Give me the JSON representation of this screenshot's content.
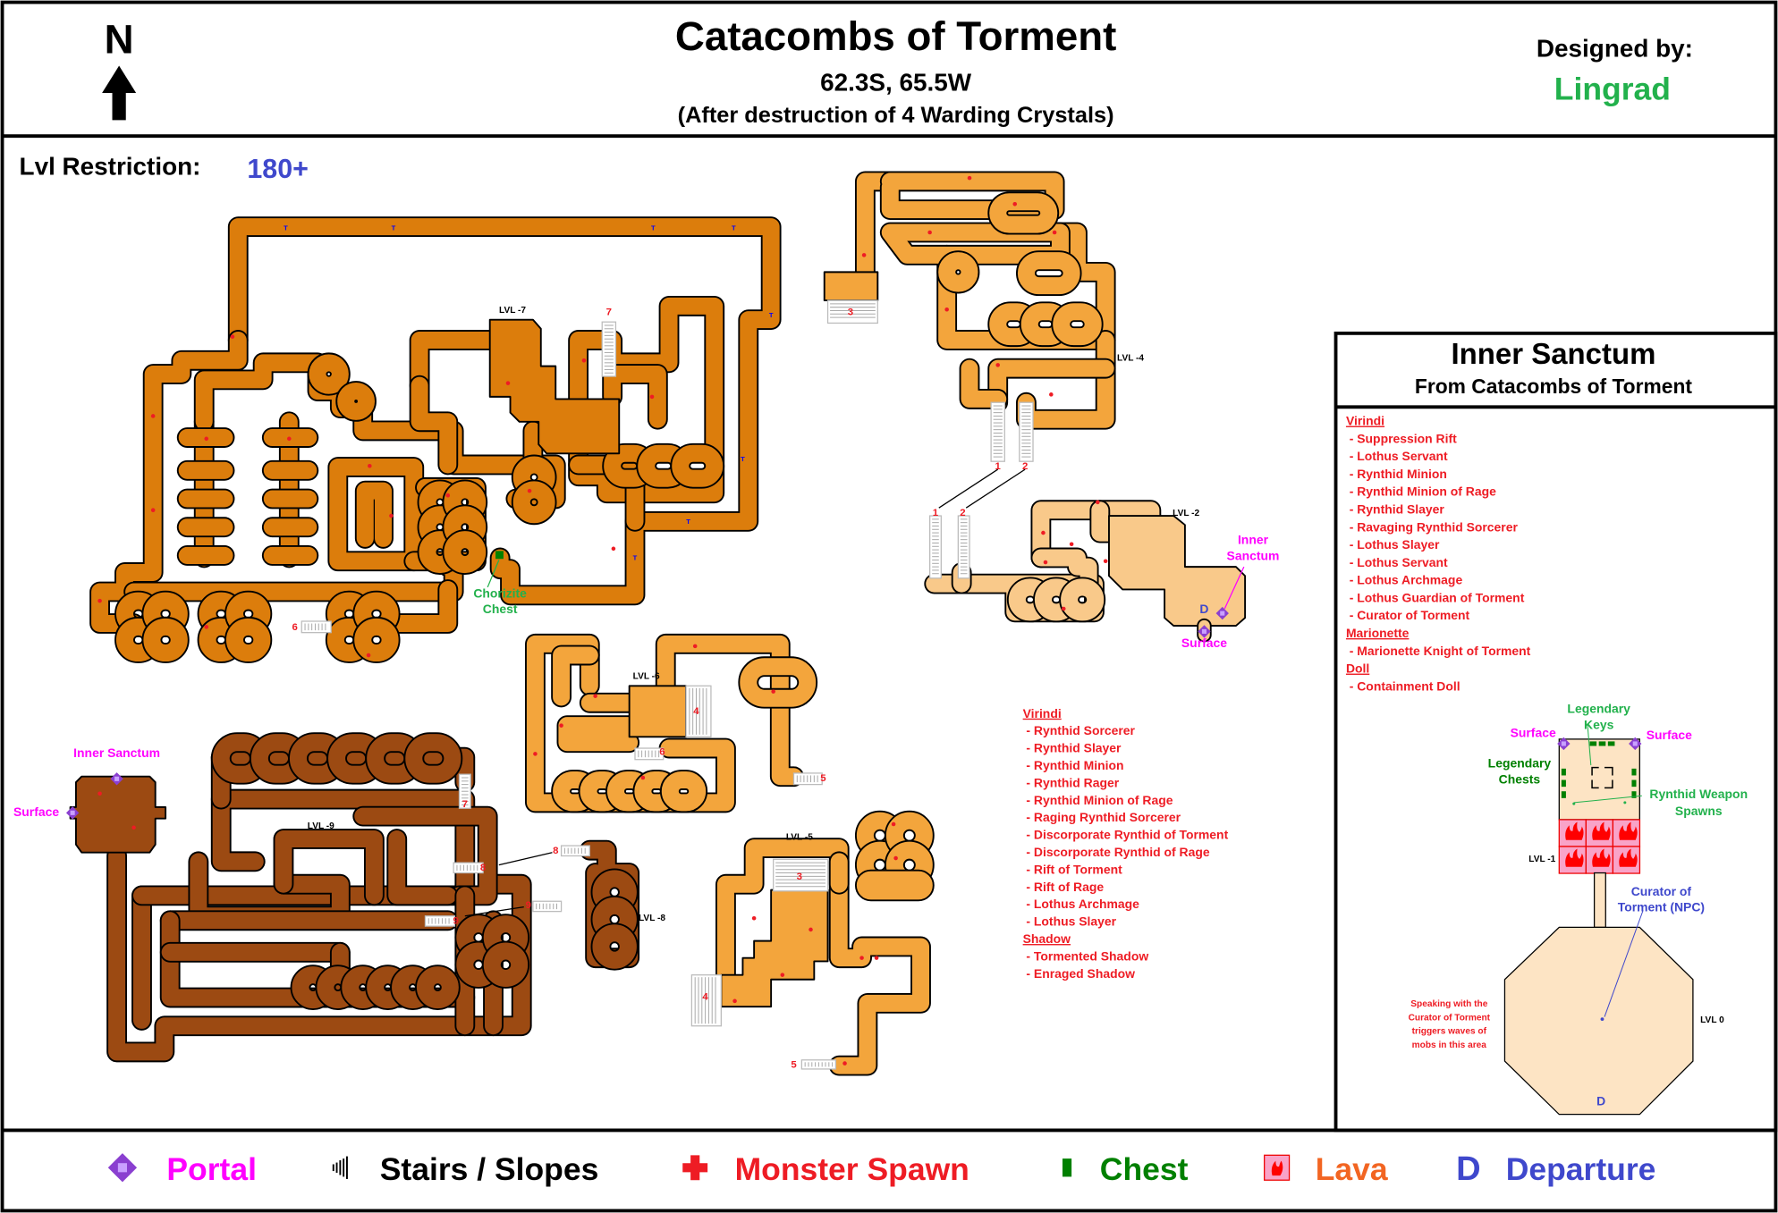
{
  "header": {
    "north": "N",
    "title": "Catacombs of Torment",
    "coords": "62.3S, 65.5W",
    "subtitle": "(After destruction of 4 Warding Crystals)",
    "designed_by_label": "Designed by:",
    "designer": "Lingrad"
  },
  "level_restriction": {
    "label": "Lvl Restriction:",
    "value": "180+"
  },
  "map": {
    "labels": [
      {
        "text": "LVL -7",
        "kind": "level"
      },
      {
        "text": "7",
        "kind": "stair"
      },
      {
        "text": "6",
        "kind": "stair"
      },
      {
        "text": "Chorizite",
        "kind": "chest"
      },
      {
        "text": "Chest",
        "kind": "chest"
      },
      {
        "text": "LVL -4",
        "kind": "level"
      },
      {
        "text": "3",
        "kind": "stair"
      },
      {
        "text": "1",
        "kind": "stair"
      },
      {
        "text": "2",
        "kind": "stair"
      },
      {
        "text": "1",
        "kind": "stair"
      },
      {
        "text": "2",
        "kind": "stair"
      },
      {
        "text": "LVL -2",
        "kind": "level"
      },
      {
        "text": "Inner",
        "kind": "portal"
      },
      {
        "text": "Sanctum",
        "kind": "portal"
      },
      {
        "text": "D",
        "kind": "departure"
      },
      {
        "text": "Surface",
        "kind": "portal"
      },
      {
        "text": "LVL -6",
        "kind": "level"
      },
      {
        "text": "4",
        "kind": "stairw"
      },
      {
        "text": "6",
        "kind": "stair"
      },
      {
        "text": "5",
        "kind": "stair"
      },
      {
        "text": "Inner Sanctum",
        "kind": "portal"
      },
      {
        "text": "Surface",
        "kind": "portal"
      },
      {
        "text": "LVL -9",
        "kind": "level"
      },
      {
        "text": "7",
        "kind": "stair"
      },
      {
        "text": "8",
        "kind": "stair"
      },
      {
        "text": "8",
        "kind": "stair"
      },
      {
        "text": "9",
        "kind": "stair"
      },
      {
        "text": "9",
        "kind": "stair"
      },
      {
        "text": "LVL -8",
        "kind": "level"
      },
      {
        "text": "LVL -5",
        "kind": "level"
      },
      {
        "text": "3",
        "kind": "stairw"
      },
      {
        "text": "4",
        "kind": "stairw"
      },
      {
        "text": "5",
        "kind": "stair"
      }
    ]
  },
  "catacombs_mobs": [
    {
      "category": "Virindi",
      "items": [
        "- Rynthid Sorcerer",
        "- Rynthid Slayer",
        "- Rynthid Minion",
        "- Rynthid Rager",
        "- Rynthid Minion of Rage",
        "- Raging Rynthid Sorcerer",
        "- Discorporate Rynthid of Torment",
        "- Discorporate Rynthid of Rage",
        "- Rift of Torment",
        "- Rift of Rage",
        "- Lothus Archmage",
        "- Lothus Slayer"
      ]
    },
    {
      "category": "Shadow",
      "items": [
        "- Tormented Shadow",
        "- Enraged Shadow"
      ]
    }
  ],
  "inner_sanctum": {
    "title": "Inner Sanctum",
    "subtitle": "From Catacombs of Torment",
    "mobs": [
      {
        "category": "Virindi",
        "items": [
          "- Suppression Rift",
          "- Lothus Servant",
          "- Rynthid Minion",
          "- Rynthid Minion of Rage",
          "- Rynthid Slayer",
          "- Ravaging Rynthid Sorcerer",
          "- Lothus Slayer",
          "- Lothus Servant",
          "- Lothus Archmage",
          "- Lothus Guardian of Torment",
          "- Curator of Torment"
        ]
      },
      {
        "category": "Marionette",
        "items": [
          "- Marionette Knight of Torment"
        ]
      },
      {
        "category": "Doll",
        "items": [
          "- Containment Doll"
        ]
      }
    ],
    "labels": {
      "legendary_keys_1": "Legendary",
      "legendary_keys_2": "Keys",
      "surface_left": "Surface",
      "surface_right": "Surface",
      "legendary_chests_1": "Legendary",
      "legendary_chests_2": "Chests",
      "weapon_spawns_1": "Rynthid Weapon",
      "weapon_spawns_2": "Spawns",
      "lvl_minus1": "LVL -1",
      "curator_1": "Curator of",
      "curator_2": "Torment (NPC)",
      "note": [
        "Speaking with the",
        "Curator of Torment",
        "triggers waves of",
        "mobs in this area"
      ],
      "lvl0": "LVL 0",
      "departure": "D"
    }
  },
  "legend": [
    {
      "icon": "portal-icon",
      "label": "Portal",
      "color": "#ff00ff"
    },
    {
      "icon": "stairs-icon",
      "label": "Stairs / Slopes",
      "color": "#000000"
    },
    {
      "icon": "monster-spawn-icon",
      "label": "Monster Spawn",
      "color": "#ee1c24"
    },
    {
      "icon": "chest-icon",
      "label": "Chest",
      "color": "#008000"
    },
    {
      "icon": "lava-icon",
      "label": "Lava",
      "color": "#f26522"
    },
    {
      "icon": "departure-icon",
      "label": "Departure",
      "color": "#3f48cc",
      "glyph": "D"
    }
  ],
  "colors": {
    "lvl7": "#dc7d0c",
    "lvl4": "#f3a53c",
    "lvl2": "#f9c98a",
    "lvl9": "#9c4a12",
    "sanctum": "#fde4c4",
    "lava": "#f9a3c8",
    "spawn": "#ee1c24",
    "chest": "#008000"
  }
}
